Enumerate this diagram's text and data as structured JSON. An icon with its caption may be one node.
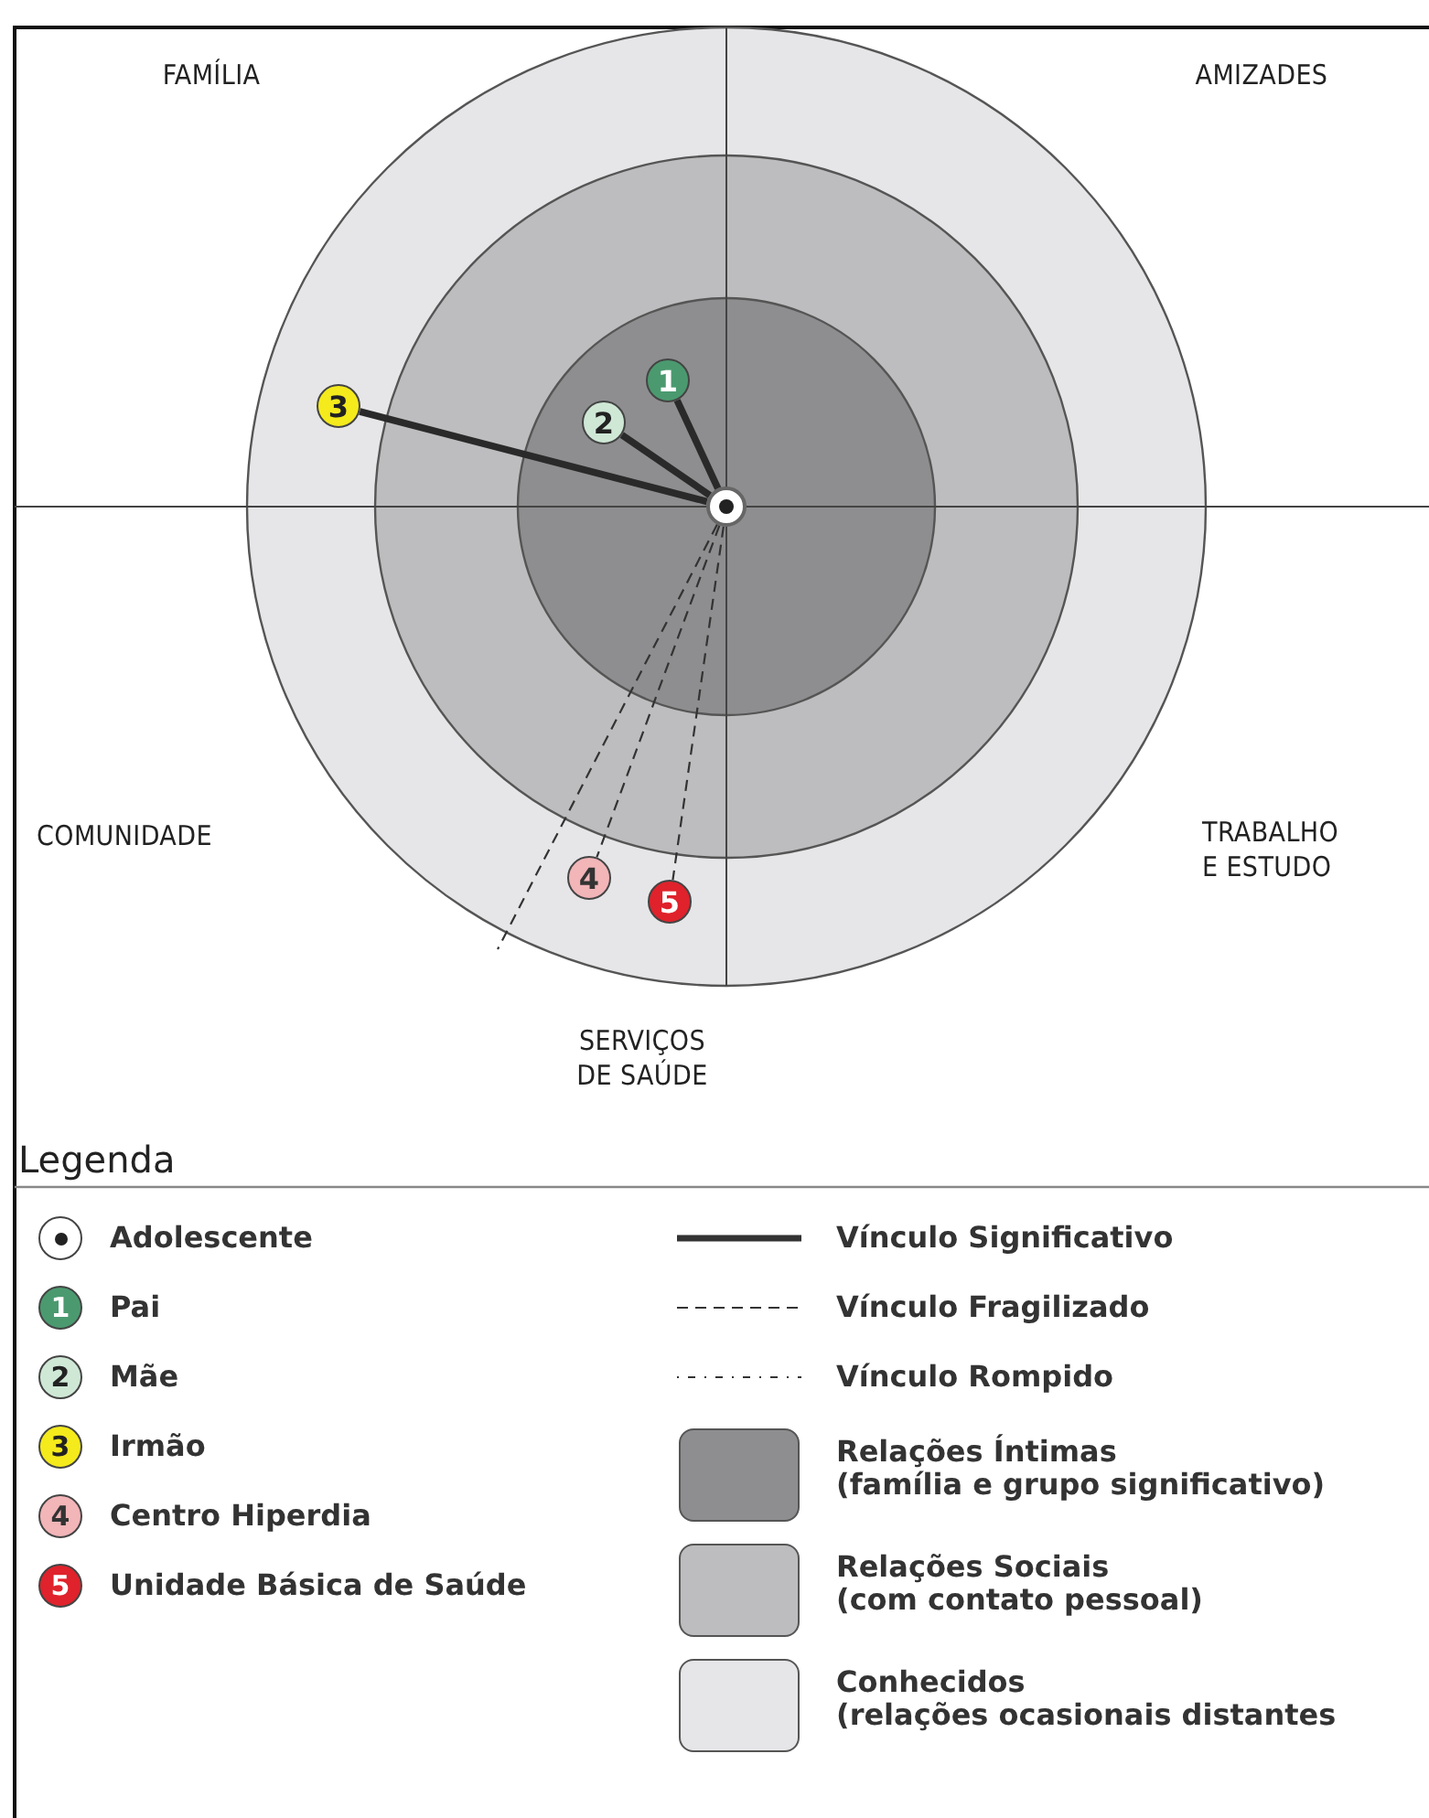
{
  "diagram": {
    "nodes": [
      {
        "text": [],
        "shape": "circle"
      },
      {
        "text": [
          "1"
        ]
      },
      {
        "text": [
          "2"
        ]
      },
      {
        "text": [
          "3"
        ]
      },
      {
        "text": [
          "4"
        ]
      },
      {
        "text": [
          "5"
        ]
      }
    ],
    "edges": [
      {
        "from": 0,
        "to": 1,
        "arrow": "none",
        "style": "thick"
      },
      {
        "from": 0,
        "to": 2,
        "arrow": "none",
        "style": "thick"
      },
      {
        "from": 0,
        "to": 3,
        "arrow": "none",
        "style": "thick"
      },
      {
        "from": 0,
        "to": null,
        "arrow": "none",
        "style": "dashed"
      },
      {
        "from": 0,
        "to": 4,
        "arrow": "none",
        "style": "dashed"
      },
      {
        "from": 0,
        "to": 5,
        "arrow": "none",
        "style": "dashed"
      }
    ],
    "labels": [
      "FAMÍLIA",
      "AMIZADES",
      "COMUNIDADE",
      "TRABALHO E ESTUDO",
      "SERVIÇOS DE SAÚDE",
      "Legenda",
      "1",
      "2",
      "3",
      "4",
      "5"
    ],
    "legend": [
      {
        "text": "Adolescente"
      },
      {
        "text": "Pai",
        "color": "#4b9a6f"
      },
      {
        "text": "Mãe",
        "color": "#cfe8d6"
      },
      {
        "text": "Irmão",
        "color": "#f4ea1c"
      },
      {
        "text": "Centro Hiperdia",
        "color": "#f2b5b8"
      },
      {
        "text": "Unidade Básica de Saúde",
        "color": "#df222b"
      },
      {
        "text": "Vínculo Significativo"
      },
      {
        "text": "Vínculo Fragilizado"
      },
      {
        "text": "Vínculo Rompido"
      },
      {
        "text": "Relações Íntimas (família e grupo significativo)",
        "color": "#8e8e90"
      },
      {
        "text": "Relações Sociais (com contato pessoal)",
        "color": "#bdbdbf"
      },
      {
        "text": "Conhecidos (relações ocasionais distantes",
        "color": "#e6e6e8"
      }
    ]
  }
}
